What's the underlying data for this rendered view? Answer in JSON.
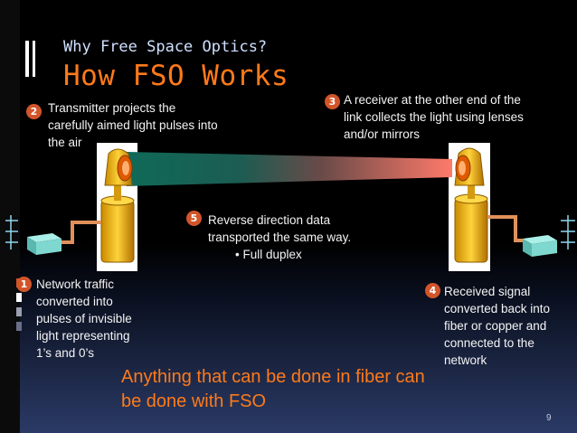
{
  "slide": {
    "subtitle": "Why Free Space Optics?",
    "title": "How FSO Works",
    "steps": [
      {
        "num": "1",
        "text": "Network traffic converted into pulses of invisible light representing 1’s and 0’s"
      },
      {
        "num": "2",
        "text": "Transmitter projects the carefully aimed light pulses into the air"
      },
      {
        "num": "3",
        "text": "A receiver at the other end of the link collects the light using lenses and/or mirrors"
      },
      {
        "num": "4",
        "text": "Received signal converted back into fiber or copper and connected to the network"
      },
      {
        "num": "5",
        "text": "Reverse direction data transported the same way.",
        "bullet": "Full duplex"
      }
    ],
    "bottom_note": "Anything that can be done in fiber can be done with FSO",
    "page_number": "9"
  },
  "colors": {
    "accent_orange": "#ff7a1a",
    "badge": "#d2552a",
    "beam_teal": "#1f6f5e",
    "beam_salmon": "#f08070",
    "unit_yellow": "#f0b400"
  }
}
